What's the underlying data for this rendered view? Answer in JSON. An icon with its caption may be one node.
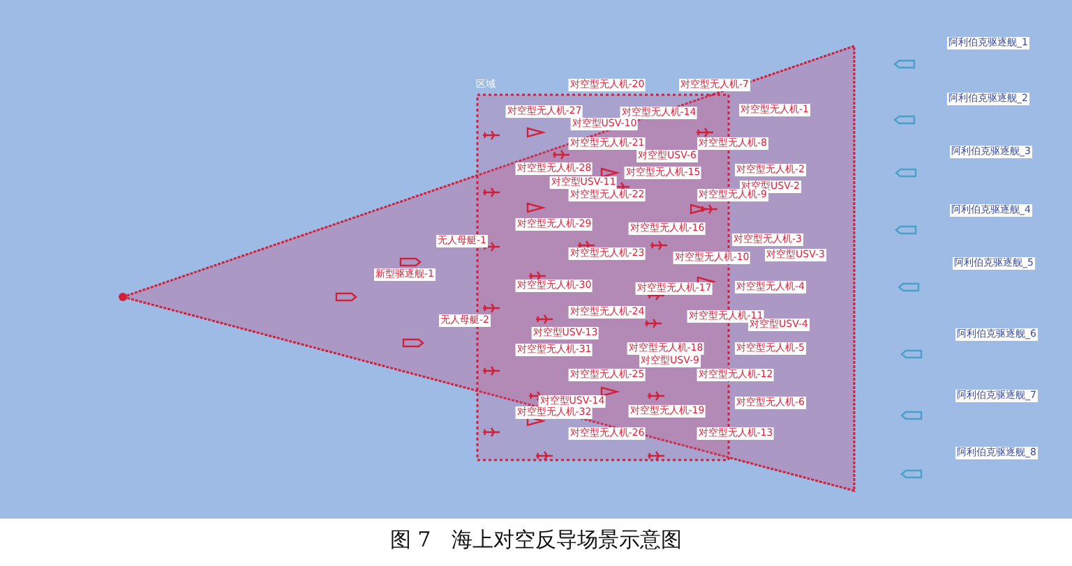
{
  "diagram": {
    "caption": "图 7　海上对空反导场景示意图",
    "labels": [
      "区域",
      "无人母艇-1",
      "新型驱逐舰-1",
      "无人母艇-2",
      "对空型无人机-20",
      "对空型无人机-7",
      "对空型无人机-27",
      "对空型USV-10",
      "对空型无人机-14",
      "对空型无人机-1",
      "对空型无人机-21",
      "对空型无人机-8",
      "对空型USV-6",
      "对空型无人机-28",
      "对空型无人机-15",
      "对空型无人机-2",
      "对空型USV-11",
      "对空型USV-2",
      "对空型无人机-22",
      "对空型无人机-9",
      "对空型无人机-29",
      "对空型无人机-16",
      "对空型无人机-3",
      "对空型无人机-23",
      "对空型无人机-10",
      "对空型USV-3",
      "对空型无人机-30",
      "对空型无人机-17",
      "对空型无人机-4",
      "对空型无人机-24",
      "对空型无人机-11",
      "对空型USV-4",
      "对空型USV-13",
      "对空型无人机-31",
      "对空型无人机-18",
      "对空型无人机-5",
      "对空型USV-9",
      "对空型无人机-25",
      "对空型无人机-12",
      "对空型USV-14",
      "对空型无人机-6",
      "对空型无人机-32",
      "对空型无人机-19",
      "对空型无人机-26",
      "对空型无人机-13",
      "阿利伯克驱逐舰_1",
      "阿利伯克驱逐舰_2",
      "阿利伯克驱逐舰_3",
      "阿利伯克驱逐舰_4",
      "阿利伯克驱逐舰_5",
      "阿利伯克驱逐舰_6",
      "阿利伯克驱逐舰_7",
      "阿利伯克驱逐舰_8"
    ]
  }
}
